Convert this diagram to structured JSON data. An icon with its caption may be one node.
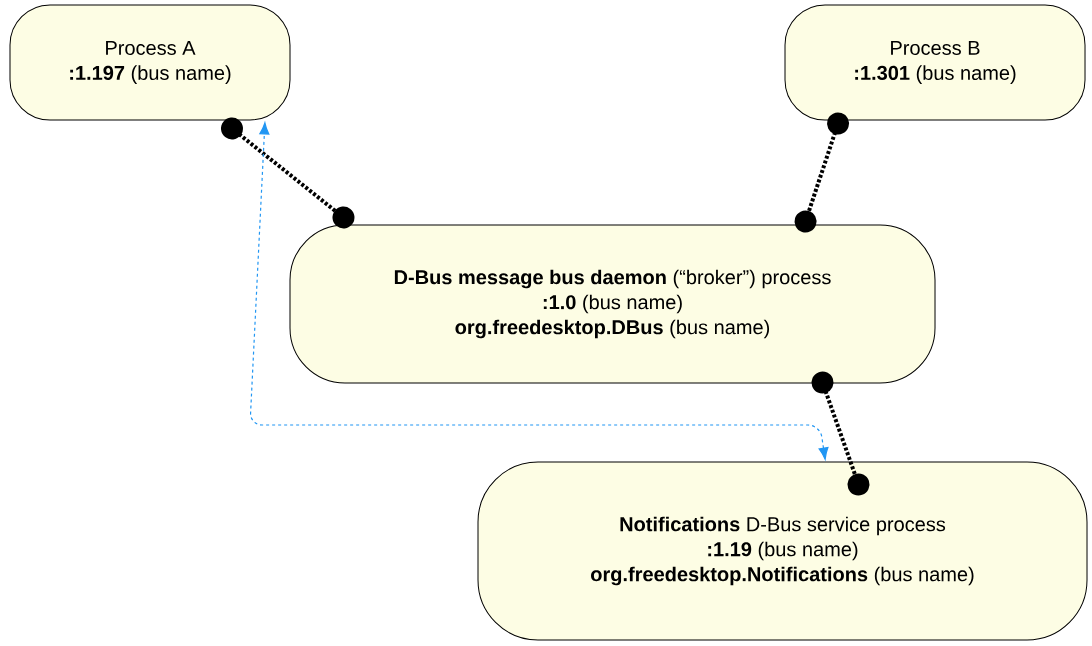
{
  "diagram": {
    "nodes": [
      {
        "text": [
          "Process A",
          "**:1.197** (bus name)"
        ]
      },
      {
        "text": [
          "Process B",
          "**:1.301** (bus name)"
        ]
      },
      {
        "text": [
          "**D-Bus message bus daemon** (“broker”) process",
          "**:1.0** (bus name)",
          "**org.freedesktop.DBus** (bus name)"
        ]
      },
      {
        "text": [
          "**Notifications** D-Bus service process",
          "**:1.19** (bus name)",
          "**org.freedesktop.Notifications** (bus name)"
        ]
      }
    ],
    "edges": [
      {
        "from": 0,
        "to": 2,
        "arrow": "other"
      },
      {
        "from": 1,
        "to": 2,
        "arrow": "other"
      },
      {
        "from": 2,
        "to": 3,
        "arrow": "other"
      },
      {
        "from": 3,
        "to": 0,
        "arrow": "both",
        "style": "dashed",
        "color": "#2196f3"
      }
    ]
  }
}
